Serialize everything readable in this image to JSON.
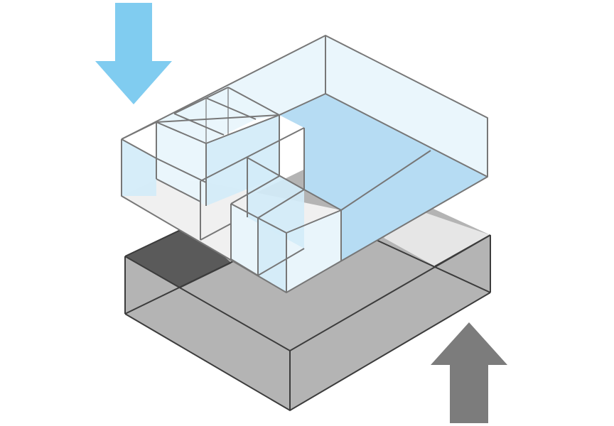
{
  "diagram": {
    "kind": "exploded-isometric-massing",
    "layers": [
      {
        "id": "upper-volume",
        "description_visible": false
      },
      {
        "id": "lower-base",
        "description_visible": false
      }
    ],
    "arrows": [
      {
        "id": "down-arrow",
        "direction": "down"
      },
      {
        "id": "up-arrow",
        "direction": "up"
      }
    ]
  },
  "colors": {
    "down_arrow": "#80ccf0",
    "up_arrow": "#7c7c7c",
    "upper_face_light": "#e8f5fc",
    "upper_face_mid": "#d3ebf9",
    "upper_face_deep": "#b6dcf3",
    "upper_floor": "#f0f0f0",
    "upper_edge": "#777777",
    "base_top": "#b4b4b4",
    "base_side_dark": "#5a5a5a",
    "base_side_light": "#e6e6e6",
    "base_edge": "#3c3c3c"
  }
}
